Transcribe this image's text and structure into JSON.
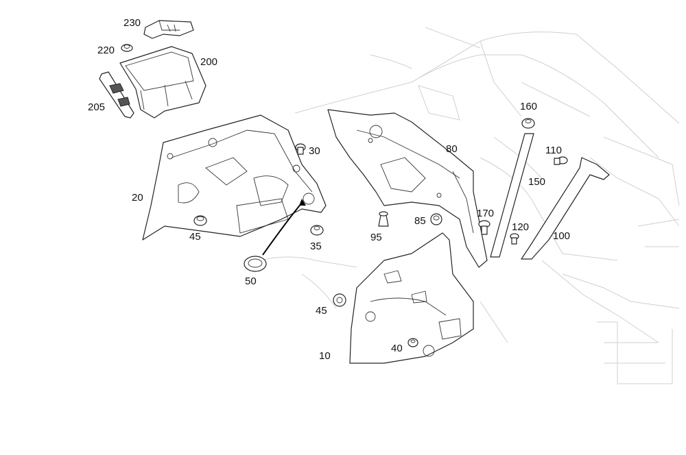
{
  "labels": {
    "l230": "230",
    "l220": "220",
    "l200": "200",
    "l205": "205",
    "l30": "30",
    "l20": "20",
    "l45a": "45",
    "l35": "35",
    "l50": "50",
    "l80": "80",
    "l95": "95",
    "l85": "85",
    "l160": "160",
    "l110": "110",
    "l150": "150",
    "l170": "170",
    "l120": "120",
    "l100": "100",
    "l45b": "45",
    "l40": "40",
    "l10": "10"
  },
  "colors": {
    "line": "#222222",
    "background_sketch": "#cfcfcf",
    "arrow": "#000000"
  }
}
